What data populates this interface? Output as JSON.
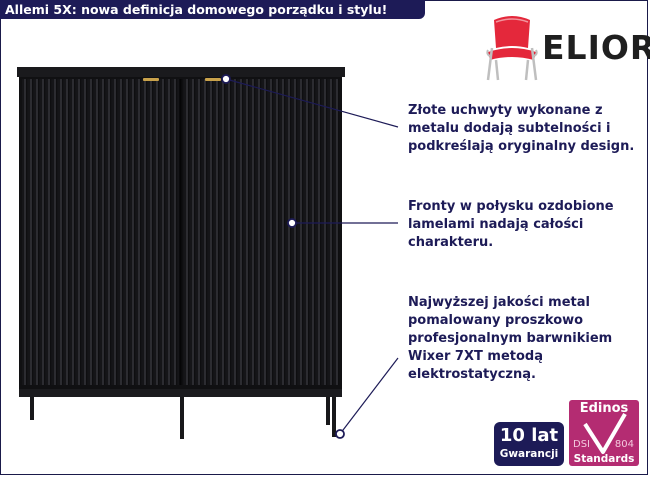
{
  "title": "Allemi 5X: nowa definicja domowego porządku i stylu!",
  "brand": {
    "name": "ELIOR",
    "icon": "chair-icon",
    "accent": "#e4283b"
  },
  "callouts": [
    {
      "lines": [
        "Złote uchwyty wykonane z",
        "metalu dodają subtelności i",
        "podkreślają oryginalny design."
      ]
    },
    {
      "lines": [
        "Fronty w połysku ozdobione",
        "lamelami nadają całości",
        "charakteru."
      ]
    },
    {
      "lines": [
        "Najwyższej jakości metal",
        "pomalowany proszkowo",
        "profesjonalnym barwnikiem",
        "Wixer 7XT metodą",
        "elektrostatyczną."
      ]
    }
  ],
  "badges": {
    "warranty": {
      "big": "10 lat",
      "small": "Gwarancji"
    },
    "edinos": {
      "name": "Edinos",
      "dsi": "DSI",
      "number": "804",
      "standards": "Standards"
    }
  },
  "colors": {
    "navy": "#1d1b57",
    "cabinet": "#141416",
    "handle": "#c9a24b",
    "edinos": "#b42c72"
  }
}
